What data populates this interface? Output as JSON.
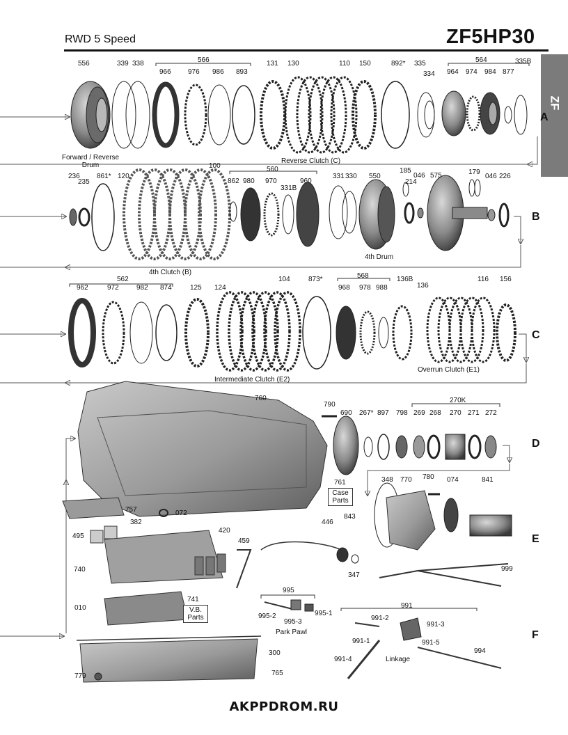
{
  "header": {
    "subtitle": "RWD 5 Speed",
    "model": "ZF5HP30",
    "tab_label": "ZF"
  },
  "sections": [
    "A",
    "B",
    "C",
    "D",
    "E",
    "F"
  ],
  "row_a": {
    "labels": [
      "556",
      "339",
      "338",
      "566",
      "966",
      "976",
      "986",
      "893",
      "131",
      "130",
      "110",
      "150",
      "892*",
      "335",
      "334",
      "564",
      "964",
      "974",
      "984",
      "877",
      "335B"
    ],
    "captions": {
      "forward_drum": "Forward / Reverse Drum",
      "reverse_clutch": "Reverse Clutch (C)"
    }
  },
  "row_b": {
    "labels": [
      "236",
      "235",
      "861*",
      "120",
      "100",
      "560",
      "862",
      "980",
      "970",
      "331B",
      "960",
      "331",
      "330",
      "550",
      "185",
      "214",
      "046",
      "575",
      "179",
      "046b",
      "226"
    ],
    "captions": {
      "fourth_clutch": "4th Clutch (B)",
      "fourth_drum": "4th Drum"
    }
  },
  "row_c": {
    "labels": [
      "962",
      "562",
      "972",
      "982",
      "874",
      "125",
      "124",
      "104",
      "873*",
      "568",
      "968",
      "978",
      "988",
      "136B",
      "136",
      "116",
      "156"
    ],
    "captions": {
      "intermediate_clutch": "Intermediate Clutch (E2)",
      "overrun_clutch": "Overrun Clutch (E1)"
    }
  },
  "row_d": {
    "labels": [
      "760",
      "790",
      "690",
      "267*",
      "897",
      "270K",
      "798",
      "269",
      "268",
      "270",
      "271",
      "272",
      "761",
      "348",
      "770",
      "780",
      "074",
      "841"
    ],
    "captions": {
      "case_parts": "Case Parts"
    }
  },
  "row_e": {
    "labels": [
      "757",
      "072",
      "382",
      "495",
      "420",
      "459",
      "740",
      "446",
      "843",
      "347",
      "999"
    ],
    "captions": {
      "vb_parts": "V.B. Parts",
      "vb_number": "741"
    }
  },
  "row_f": {
    "labels": [
      "010",
      "995",
      "995-2",
      "995-3",
      "995-1",
      "991",
      "991-2",
      "991-3",
      "991-1",
      "991-5",
      "991-4",
      "994",
      "300",
      "779",
      "765"
    ],
    "captions": {
      "park_pawl": "Park Pawl",
      "linkage": "Linkage"
    }
  },
  "footer": {
    "site": "AKPPDROM.RU"
  },
  "colors": {
    "ink": "#111111",
    "tab_gray": "#7b7b7b",
    "arrow": "#555555",
    "part_fill": "#8d8d8d"
  }
}
